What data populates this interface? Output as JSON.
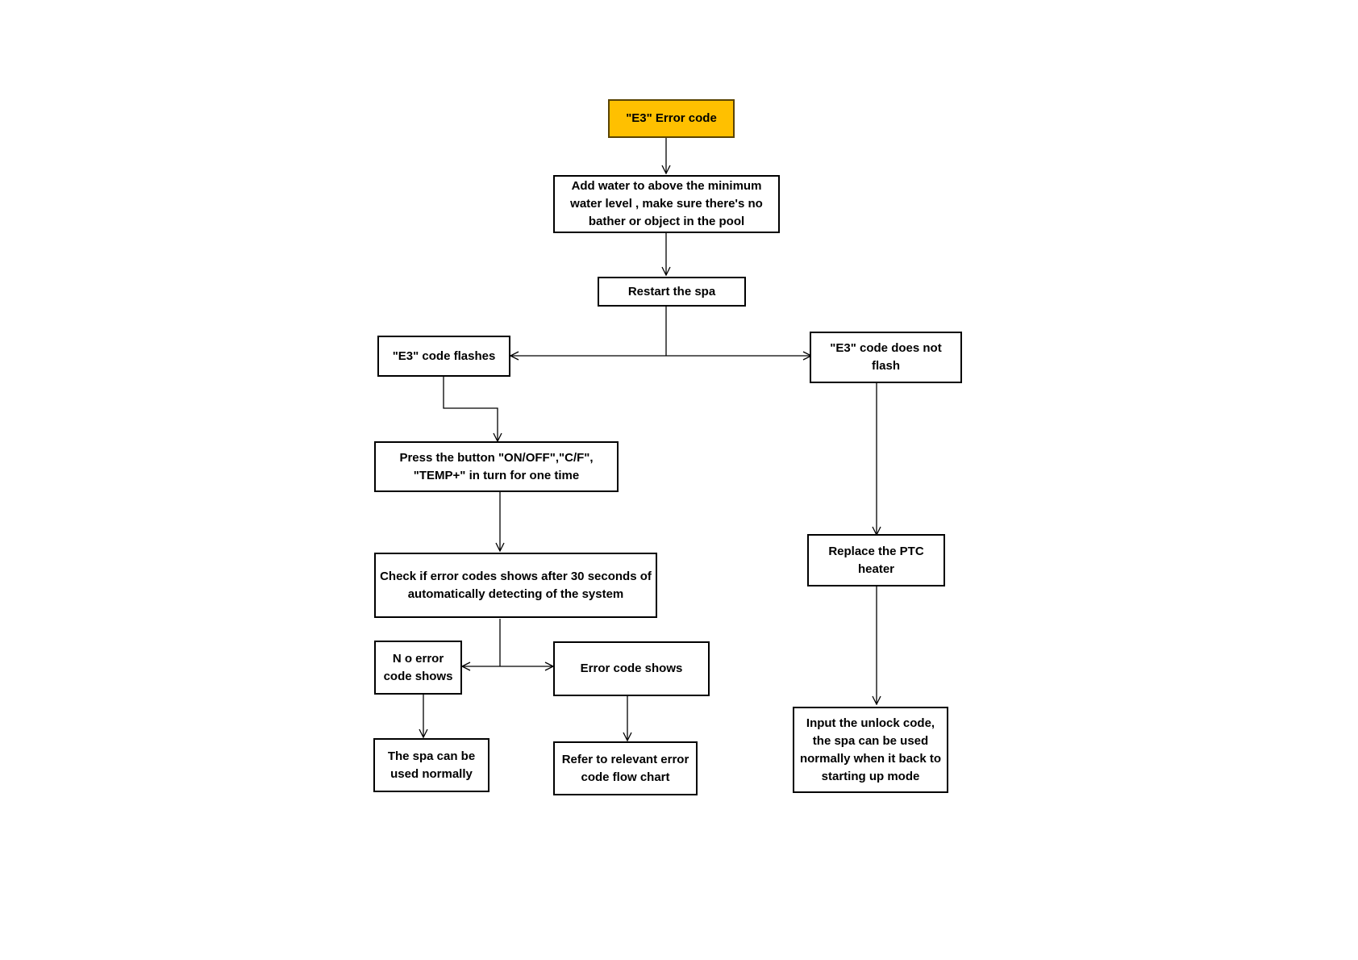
{
  "colors": {
    "start_fill": "#FFC000",
    "line": "#000000",
    "background": "#FFFFFF"
  },
  "nodes": {
    "start": "\"E3\" Error code",
    "add_water": "Add water to above the minimum\nwater level , make sure there's no\nbather or object  in the pool",
    "restart": "Restart the spa",
    "code_flashes": "\"E3\" code flashes",
    "code_not_flash": "\"E3\" code does not flash",
    "press_button": "Press the button \"ON/OFF\",\"C/F\",\n\"TEMP+\" in turn for one time",
    "check_codes": "Check if error codes shows after 30 seconds of\nautomatically detecting of the system",
    "no_error": "N o error\ncode shows",
    "error_shows": "Error code shows",
    "used_normally": "The spa can be\nused normally",
    "refer_chart": "Refer to relevant error\ncode flow chart",
    "replace_ptc": "Replace the PTC\nheater",
    "unlock_code": "Input the unlock code,\nthe spa can be used\nnormally when it back to\nstarting up mode"
  }
}
